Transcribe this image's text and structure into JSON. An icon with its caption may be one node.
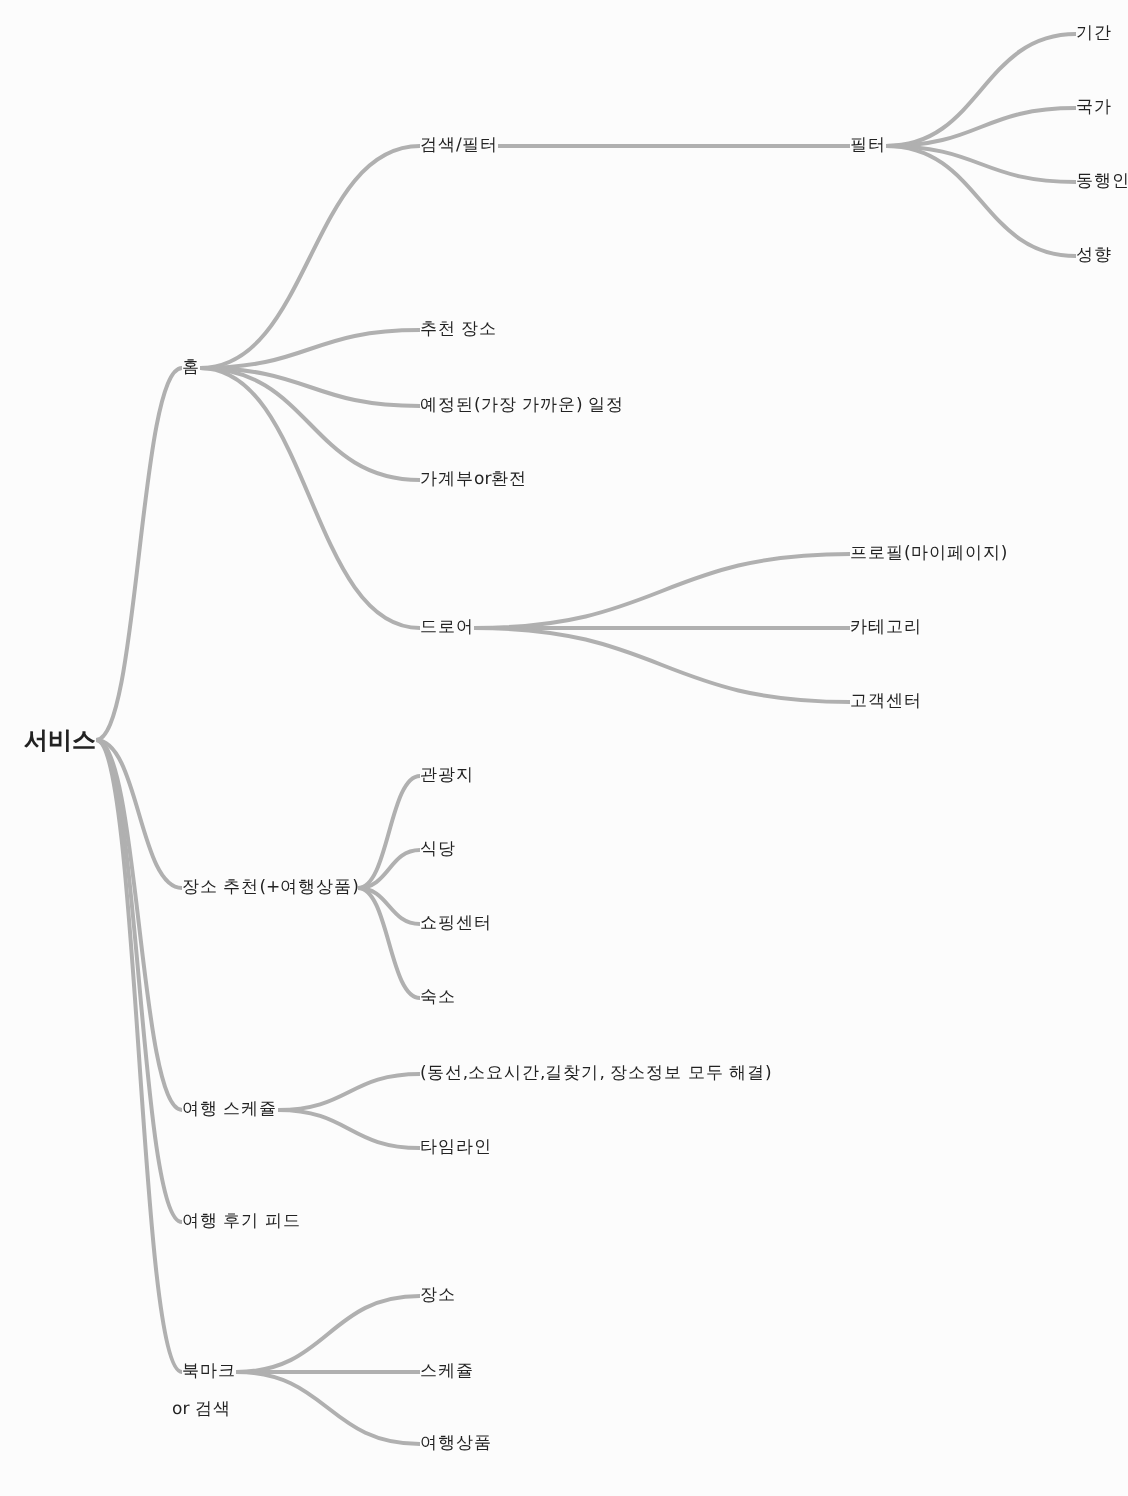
{
  "diagram": {
    "nodes": [
      {
        "text": [
          "서비스"
        ]
      },
      {
        "text": [
          "홈"
        ]
      },
      {
        "text": [
          "검색/필터"
        ]
      },
      {
        "text": [
          "필터"
        ]
      },
      {
        "text": [
          "기간"
        ]
      },
      {
        "text": [
          "국가"
        ]
      },
      {
        "text": [
          "동행인"
        ]
      },
      {
        "text": [
          "성향"
        ]
      },
      {
        "text": [
          "추천 장소"
        ]
      },
      {
        "text": [
          "예정된(가장 가까운) 일정"
        ]
      },
      {
        "text": [
          "가계부or환전"
        ]
      },
      {
        "text": [
          "드로어"
        ]
      },
      {
        "text": [
          "프로필(마이페이지)"
        ]
      },
      {
        "text": [
          "카테고리"
        ]
      },
      {
        "text": [
          "고객센터"
        ]
      },
      {
        "text": [
          "장소 추천(+여행상품)"
        ]
      },
      {
        "text": [
          "관광지"
        ]
      },
      {
        "text": [
          "식당"
        ]
      },
      {
        "text": [
          "쇼핑센터"
        ]
      },
      {
        "text": [
          "숙소"
        ]
      },
      {
        "text": [
          "여행 스케쥴"
        ]
      },
      {
        "text": [
          "(동선,소요시간,길찾기, 장소정보 모두 해결)"
        ]
      },
      {
        "text": [
          "타임라인"
        ]
      },
      {
        "text": [
          "여행 후기 피드"
        ]
      },
      {
        "text": [
          "북마크"
        ],
        "beside": [
          "or 검색"
        ]
      },
      {
        "text": [
          "장소"
        ]
      },
      {
        "text": [
          "스케쥴"
        ]
      },
      {
        "text": [
          "여행상품"
        ]
      }
    ],
    "edges": [
      {
        "from": 0,
        "to": 1,
        "arrow": "none"
      },
      {
        "from": 0,
        "to": 15,
        "arrow": "none"
      },
      {
        "from": 0,
        "to": 20,
        "arrow": "none"
      },
      {
        "from": 0,
        "to": 23,
        "arrow": "none"
      },
      {
        "from": 0,
        "to": 24,
        "arrow": "none"
      },
      {
        "from": 1,
        "to": 2,
        "arrow": "none"
      },
      {
        "from": 1,
        "to": 8,
        "arrow": "none"
      },
      {
        "from": 1,
        "to": 9,
        "arrow": "none"
      },
      {
        "from": 1,
        "to": 10,
        "arrow": "none"
      },
      {
        "from": 1,
        "to": 11,
        "arrow": "none"
      },
      {
        "from": 2,
        "to": 3,
        "arrow": "none"
      },
      {
        "from": 3,
        "to": 4,
        "arrow": "none"
      },
      {
        "from": 3,
        "to": 5,
        "arrow": "none"
      },
      {
        "from": 3,
        "to": 6,
        "arrow": "none"
      },
      {
        "from": 3,
        "to": 7,
        "arrow": "none"
      },
      {
        "from": 11,
        "to": 12,
        "arrow": "none"
      },
      {
        "from": 11,
        "to": 13,
        "arrow": "none"
      },
      {
        "from": 11,
        "to": 14,
        "arrow": "none"
      },
      {
        "from": 15,
        "to": 16,
        "arrow": "none"
      },
      {
        "from": 15,
        "to": 17,
        "arrow": "none"
      },
      {
        "from": 15,
        "to": 18,
        "arrow": "none"
      },
      {
        "from": 15,
        "to": 19,
        "arrow": "none"
      },
      {
        "from": 20,
        "to": 21,
        "arrow": "none"
      },
      {
        "from": 20,
        "to": 22,
        "arrow": "none"
      },
      {
        "from": 24,
        "to": 25,
        "arrow": "none"
      },
      {
        "from": 24,
        "to": 26,
        "arrow": "none"
      },
      {
        "from": 24,
        "to": 27,
        "arrow": "none"
      }
    ]
  }
}
